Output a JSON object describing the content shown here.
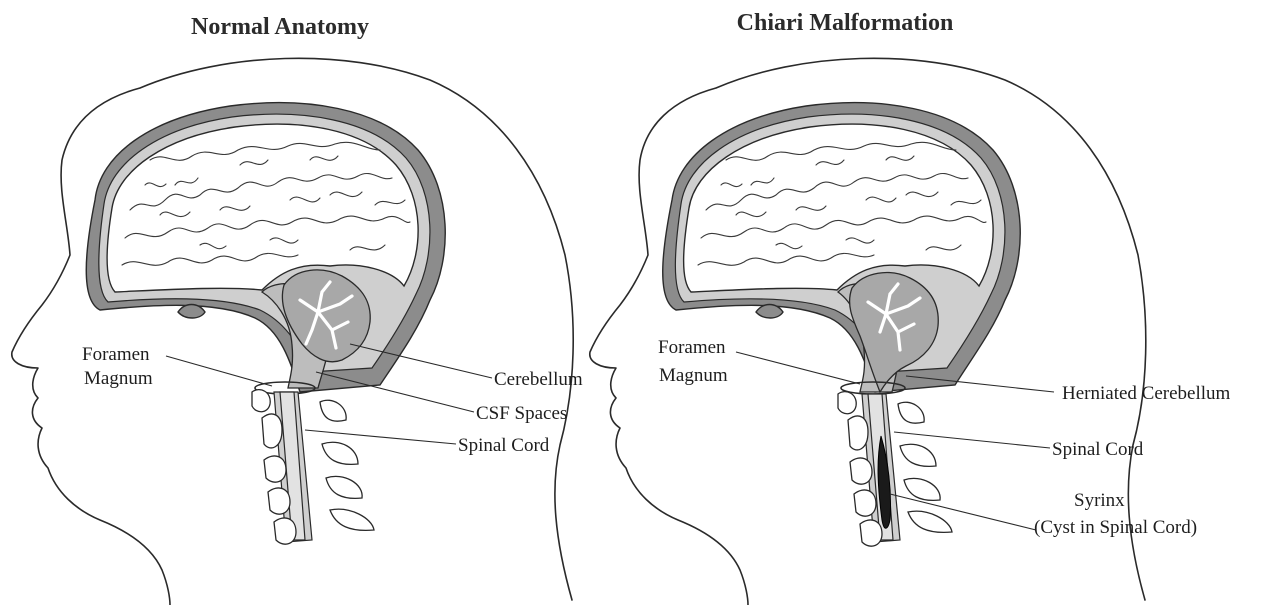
{
  "panels": [
    {
      "title": "Normal Anatomy",
      "labels": {
        "foramen_line1": "Foramen",
        "foramen_line2": "Magnum",
        "cerebellum": "Cerebellum",
        "csf": "CSF Spaces",
        "spinal_cord": "Spinal Cord"
      }
    },
    {
      "title": "Chiari Malformation",
      "labels": {
        "foramen_line1": "Foramen",
        "foramen_line2": "Magnum",
        "herniated": "Herniated Cerebellum",
        "spinal_cord": "Spinal Cord",
        "syrinx_line1": "Syrinx",
        "syrinx_line2": "(Cyst in Spinal Cord)"
      }
    }
  ],
  "colors": {
    "skull_band": "#8c8c8c",
    "csf": "#cfcfcf",
    "cerebellum": "#a8a8a8",
    "syrinx": "#1a1a1a"
  }
}
